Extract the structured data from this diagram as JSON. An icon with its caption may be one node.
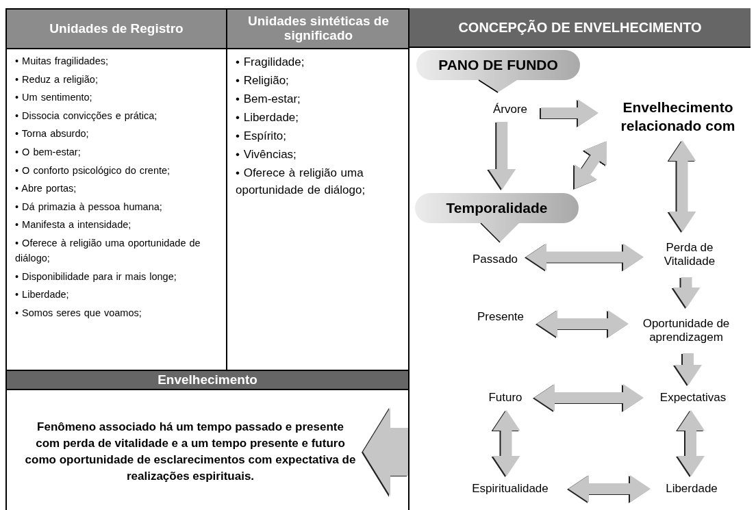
{
  "diagram": {
    "nodes": [
      {
        "text": [
          "CONCEPÇÃO DE ENVELHECIMENTO"
        ]
      },
      {
        "text": [
          "PANO DE FUNDO"
        ],
        "in": 0
      },
      {
        "text": [
          "Árvore"
        ],
        "in": 0
      },
      {
        "text": [
          "Envelhecimento relacionado com"
        ],
        "in": 0
      },
      {
        "text": [
          "Temporalidade"
        ],
        "in": 0
      },
      {
        "text": [
          "Passado"
        ],
        "in": 0
      },
      {
        "text": [
          "Perda de Vitalidade"
        ],
        "in": 0
      },
      {
        "text": [
          "Presente"
        ],
        "in": 0
      },
      {
        "text": [
          "Oportunidade de aprendizagem"
        ],
        "in": 0
      },
      {
        "text": [
          "Futuro"
        ],
        "in": 0
      },
      {
        "text": [
          "Expectativas"
        ],
        "in": 0
      },
      {
        "text": [
          "Espiritualidade"
        ],
        "in": 0
      },
      {
        "text": [
          "Liberdade"
        ],
        "in": 0
      },
      {
        "text": [
          "Envelhecimento"
        ]
      },
      {
        "text": [
          "Fenômeno associado há um tempo passado e presente com perda de vitalidade e a um tempo presente e futuro como oportunidade de esclarecimentos com expectativa de realizações espirituais."
        ],
        "in": 13
      }
    ],
    "edges": [
      {
        "from": 2,
        "to": 3,
        "arrow": "to"
      },
      {
        "from": 2,
        "to": 4,
        "arrow": "to"
      },
      {
        "from": 4,
        "to": 3,
        "arrow": "both"
      },
      {
        "from": 3,
        "to": 6,
        "arrow": "both"
      },
      {
        "from": 5,
        "to": 6,
        "arrow": "both"
      },
      {
        "from": 6,
        "to": 8,
        "arrow": "to"
      },
      {
        "from": 7,
        "to": 8,
        "arrow": "both"
      },
      {
        "from": 8,
        "to": 10,
        "arrow": "to"
      },
      {
        "from": 9,
        "to": 10,
        "arrow": "both"
      },
      {
        "from": 9,
        "to": 11,
        "arrow": "both"
      },
      {
        "from": 10,
        "to": 12,
        "arrow": "both"
      },
      {
        "from": 11,
        "to": 12,
        "arrow": "both"
      },
      {
        "from": 0,
        "to": 14,
        "arrow": "to"
      }
    ],
    "labels": [
      "Unidades de Registro",
      "Unidades sintéticas de significado",
      "• Muitas fragilidades;",
      "• Reduz a religião;",
      "• Um sentimento;",
      "• Dissocia convicções e prática;",
      "• Torna absurdo;",
      "• O bem-estar;",
      "• O conforto psicológico do crente;",
      "• Abre portas;",
      "• Dá primazia à pessoa humana;",
      "• Manifesta a intensidade;",
      "• Oferece à religião uma oportunidade de diálogo;",
      "• Disponibilidade para ir mais longe;",
      "• Liberdade;",
      "• Somos seres que voamos;",
      "• Fragilidade;",
      "• Religião;",
      "• Bem-estar;",
      "• Liberdade;",
      "• Espírito;",
      "• Vivências;",
      "• Oferece à religião uma oportunidade de diálogo;"
    ]
  }
}
